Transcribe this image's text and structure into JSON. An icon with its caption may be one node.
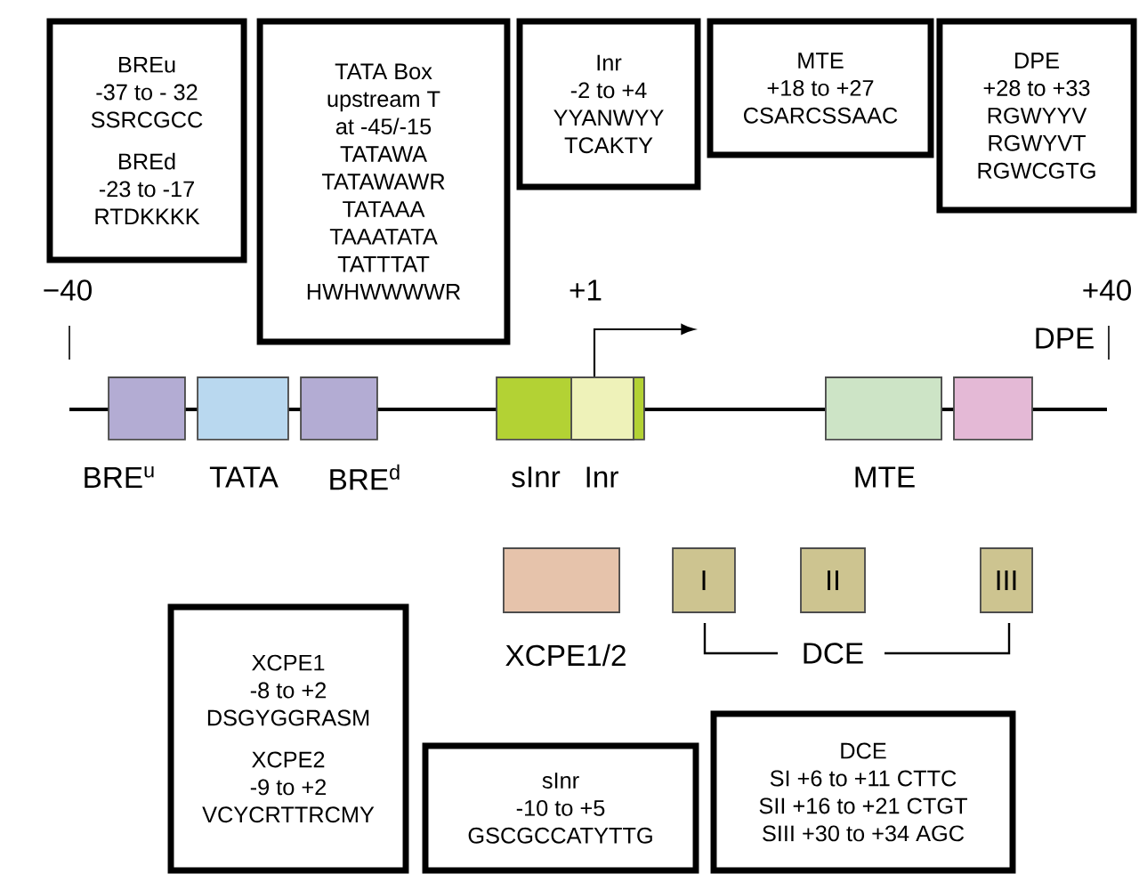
{
  "diagram": {
    "nodes": [
      {
        "text": [
          "BREu",
          "-37 to - 32",
          "SSRCGCC",
          "BREd",
          "-23 to -17",
          "RTDKKKK"
        ]
      },
      {
        "text": [
          "TATA Box",
          "upstream T",
          "at -45/-15",
          "TATAWA",
          "TATAWAWR",
          "TATAAA",
          "TAAATATA",
          "TATTTAT",
          "HWHWWWWR"
        ]
      },
      {
        "text": [
          "Inr",
          "-2 to +4",
          "YYANWYY",
          "TCAKTY"
        ]
      },
      {
        "text": [
          "MTE",
          "+18 to +27",
          "CSARCSSAAC"
        ]
      },
      {
        "text": [
          "DPE",
          "+28 to +33",
          "RGWYYV",
          "RGWYVT",
          "RGWCGTG"
        ]
      },
      {
        "text": [],
        "shape": "box",
        "beside": [
          "BRE$^{u}$"
        ]
      },
      {
        "text": [],
        "shape": "box",
        "beside": [
          "TATA"
        ]
      },
      {
        "text": [],
        "shape": "box",
        "beside": [
          "BRE$^{d}$"
        ]
      },
      {
        "text": [],
        "shape": "box",
        "beside": [
          "sInr"
        ]
      },
      {
        "text": [],
        "shape": "box",
        "beside": [
          "Inr"
        ],
        "in": 8
      },
      {
        "text": [],
        "shape": "box",
        "beside": [
          "MTE"
        ]
      },
      {
        "text": [],
        "shape": "box",
        "beside": [
          "DPE"
        ]
      },
      {
        "text": [],
        "shape": "box",
        "beside": [
          "XCPE1/2"
        ]
      },
      {
        "text": [
          "I"
        ]
      },
      {
        "text": [
          "II"
        ]
      },
      {
        "text": [
          "III"
        ]
      },
      {
        "text": [
          "XCPE1",
          "-8 to +2",
          "DSGYGGRASM",
          "XCPE2",
          "-9 to +2",
          "VCYCRTTRCMY"
        ]
      },
      {
        "text": [
          "sInr",
          "-10 to +5",
          "GSCGCCATYTTG"
        ]
      },
      {
        "text": [
          "DCE",
          "SI +6 to +11 CTTC",
          "SII +16 to +21 CTGT",
          "SIII +30 to +34 AGC"
        ]
      }
    ],
    "labels": [
      "−40",
      "+1",
      "+40",
      "DCE"
    ]
  }
}
